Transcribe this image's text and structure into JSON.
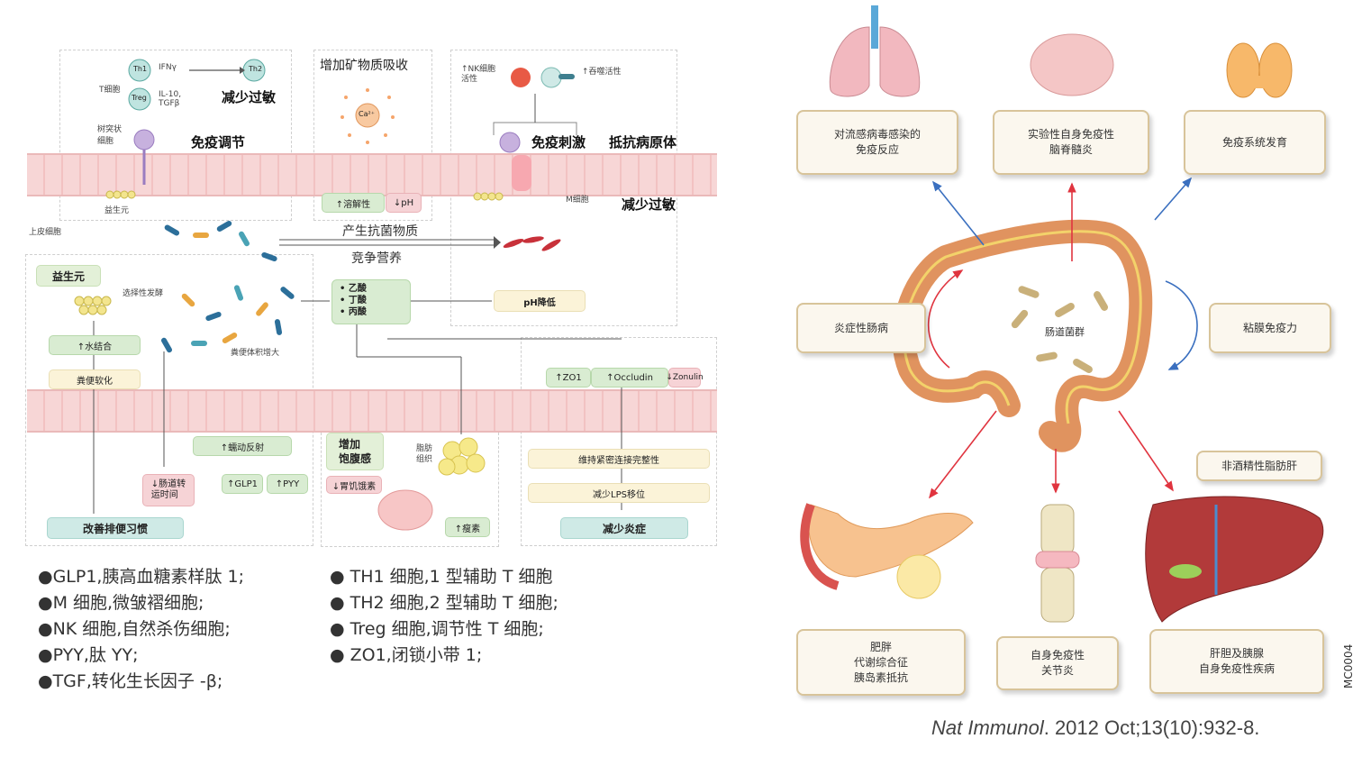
{
  "left": {
    "immune_reg": {
      "th1": "Th1",
      "th2": "Th2",
      "treg": "Treg",
      "ifn": "IFNγ",
      "il10": "IL-10,\nTGFβ",
      "t_cell": "T细胞",
      "dendritic": "树突状\n细胞",
      "reduce_allergy": "减少过敏",
      "title": "免疫调节",
      "prebiotic": "益生元"
    },
    "mineral": {
      "title": "增加矿物质吸收",
      "ca": "Ca²⁺",
      "solubility": "↑溶解性",
      "ph": "↓pH"
    },
    "pathogen": {
      "nk": "↑NK细胞\n活性",
      "phago": "↑吞噬活性",
      "immune_stim": "免疫刺激",
      "resist": "抵抗病原体",
      "m_cell": "M细胞",
      "reduce_allergy": "减少过敏"
    },
    "epithelial": "上皮细胞",
    "antibacterial": "产生抗菌物质",
    "compete": "竞争营养",
    "prebiotic_title": "益生元",
    "selective_ferment": "选择性发酵",
    "scfa": [
      "• 乙酸",
      "• 丁酸",
      "• 丙酸"
    ],
    "ph_drop": "pH降低",
    "water": "↑水结合",
    "stool_soft": "粪便软化",
    "stool_volume": "粪便体积增大",
    "tight_junction": {
      "zo1": "↑ZO1",
      "occludin": "↑Occludin",
      "zonulin": "↓Zonulin"
    },
    "peristalsis": "↑蠕动反射",
    "transit": "↓肠道转\n运时间",
    "glp1": "↑GLP1",
    "pyy": "↑PYY",
    "satiety": "增加\n饱腹感",
    "ghrelin": "↓胃饥饿素",
    "fat": "脂肪\n组织",
    "leptin": "↑瘦素",
    "tj_integrity": "维持紧密连接完整性",
    "lps": "减少LPS移位",
    "reduce_inflam": "减少炎症",
    "bowel": "改善排便习惯"
  },
  "legend_col1": [
    "●GLP1,胰高血糖素样肽 1;",
    "●M 细胞,微皱褶细胞;",
    "●NK 细胞,自然杀伤细胞;",
    "●PYY,肽 YY;",
    "●TGF,转化生长因子 -β;"
  ],
  "legend_col2": [
    "● TH1 细胞,1 型辅助 T 细胞",
    "● TH2 细胞,2 型辅助 T 细胞;",
    "● Treg 细胞,调节性 T 细胞;",
    "● ZO1,闭锁小带 1;"
  ],
  "right": {
    "boxes": {
      "influenza": "对流感病毒感染的\n免疫反应",
      "eae": "实验性自身免疫性\n脑脊髓炎",
      "immune_dev": "免疫系统发育",
      "ibd": "炎症性肠病",
      "mucosal": "粘膜免疫力",
      "nafld": "非酒精性脂肪肝",
      "obesity": "肥胖\n代谢综合征\n胰岛素抵抗",
      "arthritis": "自身免疫性\n关节炎",
      "liver": "肝胆及胰腺\n自身免疫性疾病"
    },
    "gut_label": "肠道菌群",
    "mc_code": "MC0004",
    "citation": {
      "journal": "Nat Immunol",
      "rest": ". 2012 Oct;13(10):932-8."
    }
  },
  "colors": {
    "red_arrow": "#e0343f",
    "blue_arrow": "#3a6fbf",
    "box_border": "#d8c49a"
  }
}
